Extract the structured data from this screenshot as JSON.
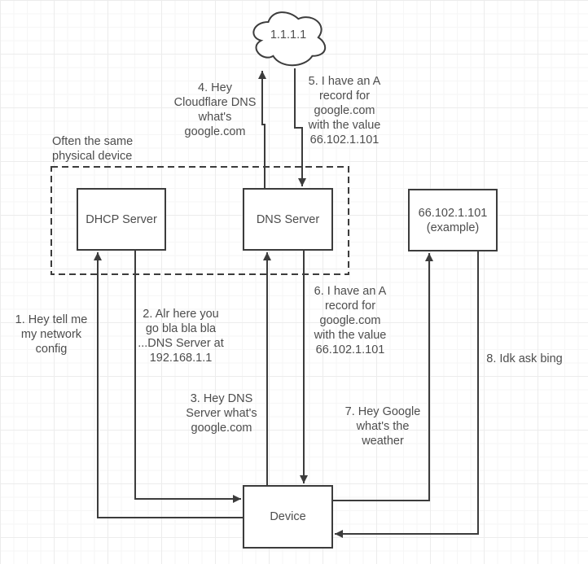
{
  "diagram": {
    "cloud": {
      "label": "1.1.1.1"
    },
    "group_label": "Often the same\nphysical device",
    "nodes": {
      "dhcp": "DHCP Server",
      "dns": "DNS Server",
      "example": "66.102.1.101\n(example)",
      "device": "Device"
    },
    "messages": {
      "m1": "1. Hey tell me\nmy network\nconfig",
      "m2": "2. Alr here you\ngo bla bla bla\n...DNS Server at\n192.168.1.1",
      "m3": "3. Hey DNS\nServer what's\ngoogle.com",
      "m4": "4. Hey\nCloudflare DNS\nwhat's\ngoogle.com",
      "m5": "5. I have an A\nrecord for\ngoogle.com\nwith the value\n66.102.1.101",
      "m6": "6. I have an A\nrecord for\ngoogle.com\nwith the value\n66.102.1.101",
      "m7": "7. Hey Google\nwhat's the\nweather",
      "m8": "8. Idk ask bing"
    },
    "colors": {
      "stroke": "#3c3c3c",
      "text": "#4d4d4d",
      "background": "#ffffff",
      "grid_minor": "#f6f6f6",
      "grid_major": "#ececec"
    }
  }
}
